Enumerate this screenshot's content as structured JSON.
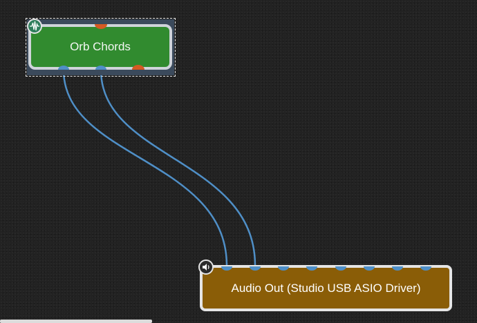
{
  "graph": {
    "plugin_node": {
      "label": "Orb Chords",
      "color": "#318b2f",
      "icon": "waveform-icon",
      "selected": true
    },
    "output_node": {
      "label": "Audio Out (Studio USB ASIO Driver)",
      "color": "#8a5d07",
      "icon": "speaker-icon"
    },
    "pin_colors": {
      "audio": "#4f8fc7",
      "midi": "#d45a22"
    },
    "connections": [
      {
        "from": "Orb Chords audio out 1",
        "to": "Audio Out input 1"
      },
      {
        "from": "Orb Chords audio out 2",
        "to": "Audio Out input 2"
      }
    ],
    "output_input_pin_count": 8
  }
}
